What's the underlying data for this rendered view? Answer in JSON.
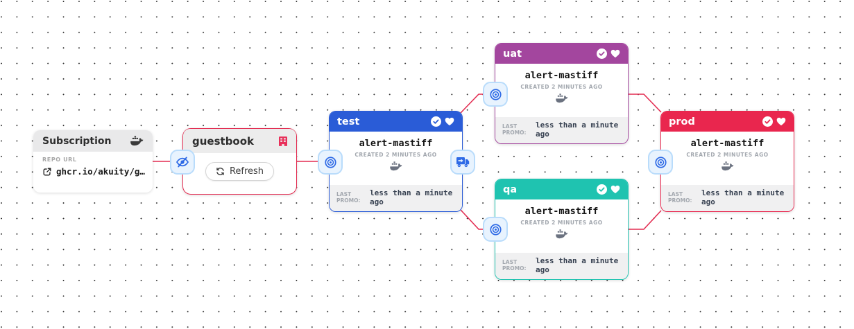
{
  "colors": {
    "edge": "#e32c51",
    "stage_test": "#2a5cd7",
    "stage_uat": "#a3469e",
    "stage_qa": "#1fc3b0",
    "stage_prod": "#e9264e",
    "action_icon_blue": "#2e6ae6",
    "action_icon_bg": "#e8f3fe"
  },
  "subscription_card": {
    "title": "Subscription",
    "repo_label": "REPO URL",
    "repo_url": "ghcr.io/akuity/g…"
  },
  "warehouse_card": {
    "title": "guestbook",
    "refresh_button": "Refresh"
  },
  "stages": [
    {
      "name": "test",
      "color": "#2a5cd7",
      "freight_name": "alert-mastiff",
      "created": "CREATED 2 MINUTES AGO",
      "last_promo_label": "LAST PROMO:",
      "last_promo_value": "less than a minute ago"
    },
    {
      "name": "uat",
      "color": "#a3469e",
      "freight_name": "alert-mastiff",
      "created": "CREATED 2 MINUTES AGO",
      "last_promo_label": "LAST PROMO:",
      "last_promo_value": "less than a minute ago"
    },
    {
      "name": "qa",
      "color": "#1fc3b0",
      "freight_name": "alert-mastiff",
      "created": "CREATED 2 MINUTES AGO",
      "last_promo_label": "LAST PROMO:",
      "last_promo_value": "less than a minute ago"
    },
    {
      "name": "prod",
      "color": "#e9264e",
      "freight_name": "alert-mastiff",
      "created": "CREATED 2 MINUTES AGO",
      "last_promo_label": "LAST PROMO:",
      "last_promo_value": "less than a minute ago"
    }
  ],
  "icons": {
    "docker-whale-icon": "docker whale with containers",
    "building-icon": "building with windows (crimson)",
    "external-link-icon": "box with outgoing arrow",
    "refresh-icon": "circular rotate arrows",
    "eye-slash-icon": "hidden eye with slash (blue)",
    "target-icon": "concentric bullseye circles (blue)",
    "truck-icon": "delivery truck with right arrow (blue)",
    "verified-check-icon": "white circle with check",
    "health-heart-icon": "white heart"
  }
}
